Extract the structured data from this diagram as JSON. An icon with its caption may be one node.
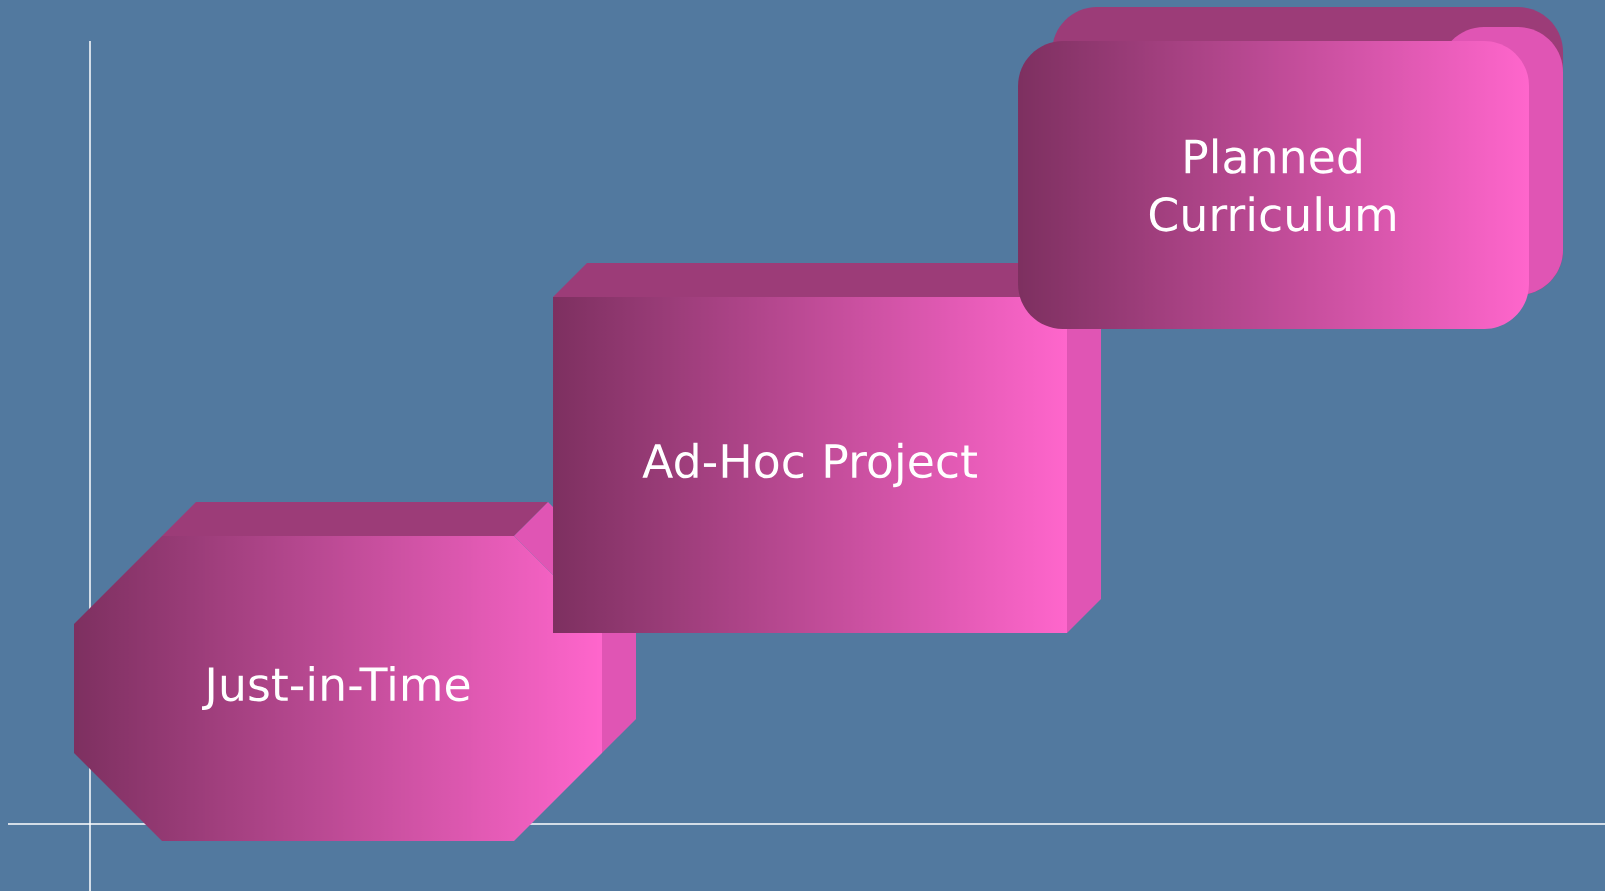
{
  "diagram": {
    "nodes": [
      {
        "text": [
          "Just-in-Time"
        ]
      },
      {
        "text": [
          "Ad-Hoc Project"
        ]
      },
      {
        "text": [
          "Planned Curriculum"
        ]
      }
    ],
    "edges": []
  }
}
